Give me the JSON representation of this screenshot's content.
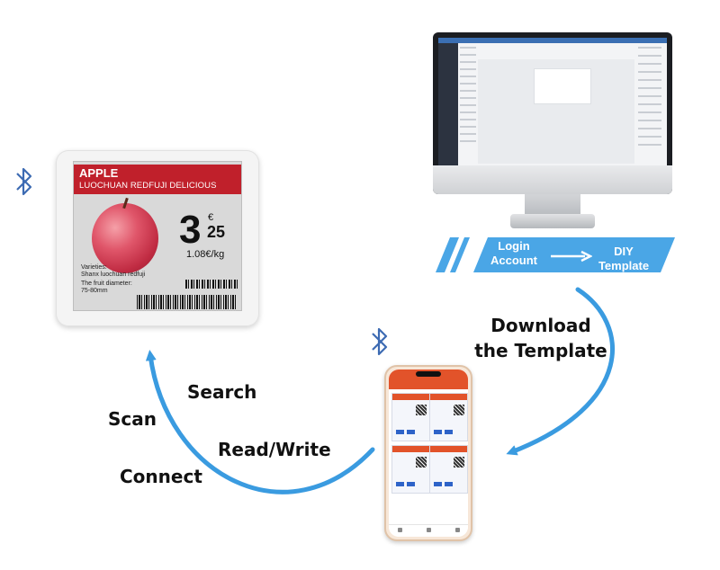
{
  "price_tag": {
    "title": "APPLE",
    "subtitle": "LUOCHUAN REDFUJI DELICIOUS",
    "price_main": "3",
    "price_currency": "€",
    "price_cents": "25",
    "price_per_kg": "1.08€/kg",
    "varieties_line1": "Varieties:",
    "varieties_line2": "Shanx luochuan redfuji",
    "fruit_line1": "The fruit diameter:",
    "fruit_line2": "75-80mm"
  },
  "computer": {
    "banner_login": [
      "Login",
      "Account"
    ],
    "banner_diy": [
      "DIY",
      "Template"
    ]
  },
  "steps": {
    "download": [
      "Download",
      "the Template"
    ],
    "search": "Search",
    "scan": "Scan",
    "read_write": "Read/Write",
    "connect": "Connect"
  },
  "colors": {
    "flow_blue": "#3a9be0",
    "banner_blue": "#4aa6e6",
    "tag_red": "#c0202b",
    "app_orange": "#e2532a"
  },
  "icons": [
    "bluetooth-icon",
    "arrow-right-icon"
  ]
}
